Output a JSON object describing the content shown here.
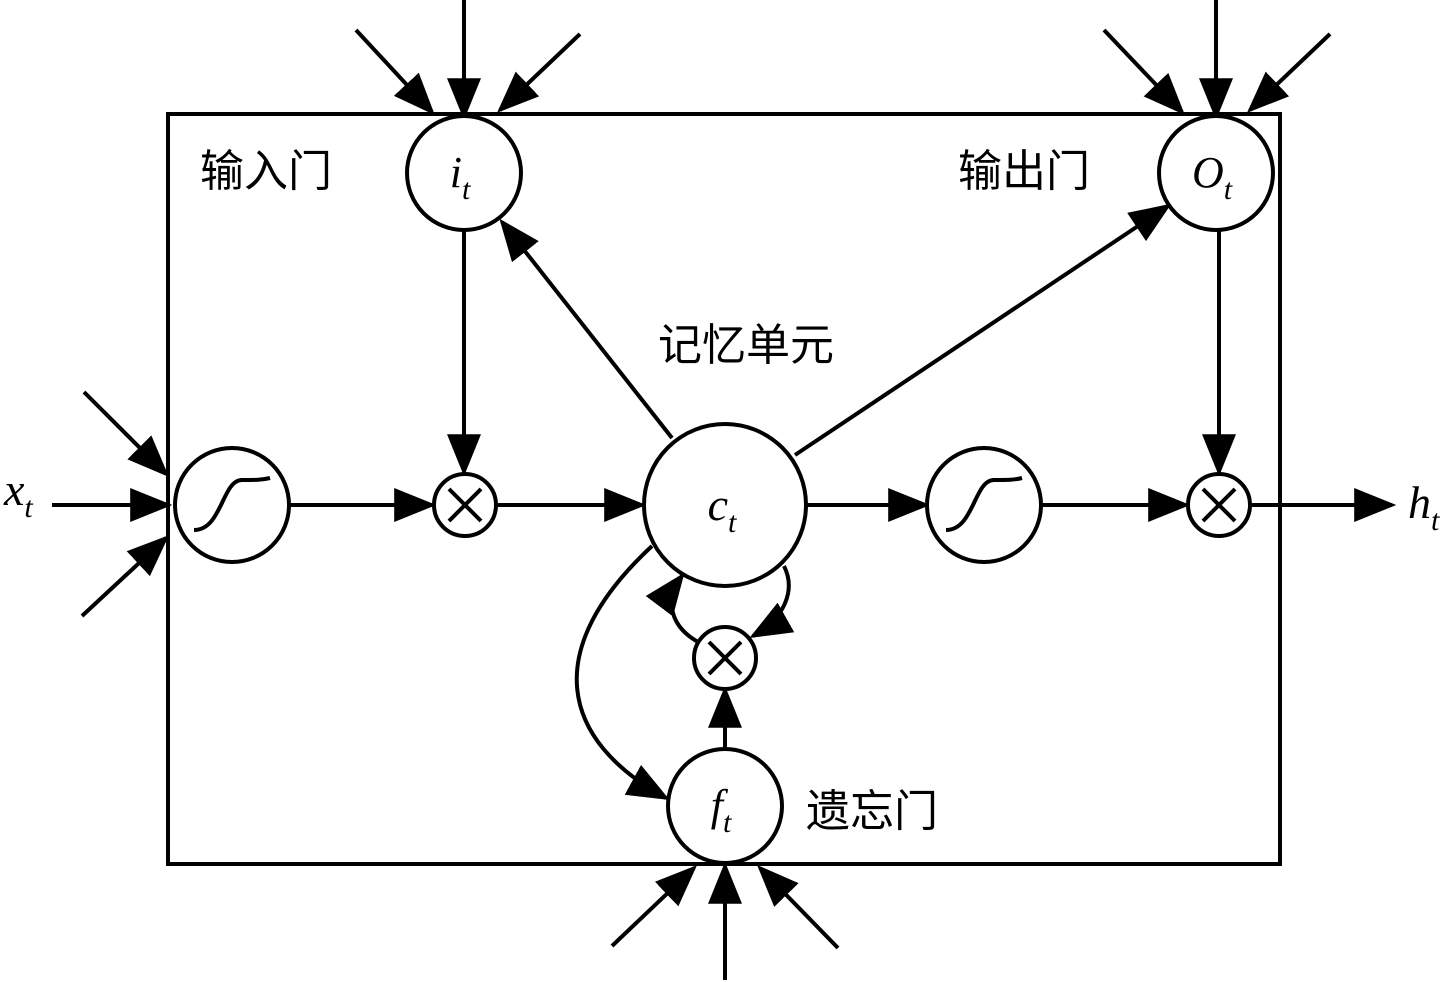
{
  "labels": {
    "input_gate": "输入门",
    "output_gate": "输出门",
    "memory_cell": "记忆单元",
    "forget_gate": "遗忘门"
  },
  "symbols": {
    "input_gate": {
      "base": "i",
      "sub": "t"
    },
    "output_gate": {
      "base": "O",
      "sub": "t"
    },
    "cell": {
      "base": "c",
      "sub": "t"
    },
    "forget_gate": {
      "base": "f",
      "sub": "t"
    },
    "input": {
      "base": "x",
      "sub": "t"
    },
    "output": {
      "base": "h",
      "sub": "t"
    }
  }
}
